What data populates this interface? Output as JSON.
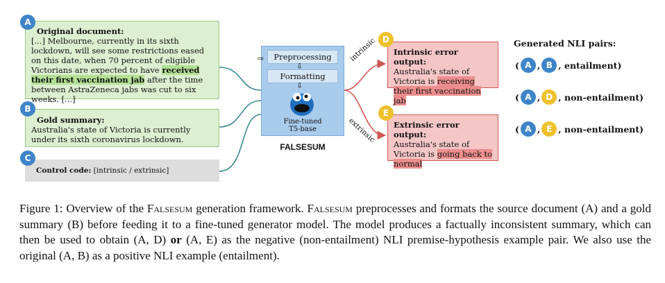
{
  "doc": {
    "badge": "A",
    "title": "Original document:",
    "text_before": "[...] Melbourne, currently in its sixth lockdown, will see some restrictions eased on this date, when 70 percent of eligible Victorians are expected to have ",
    "highlight": "received their first vaccination jab",
    "text_after": " after the time between AstraZeneca jabs was cut to six weeks. [...]"
  },
  "gold": {
    "badge": "B",
    "title": "Gold summary:",
    "text": "Australia's state of Victoria is currently under its sixth coronavirus lockdown."
  },
  "control": {
    "badge": "C",
    "title": "Control code:",
    "text": "[intrinsic / extrinsic]"
  },
  "model": {
    "preprocessing": "Preprocessing",
    "formatting": "Formatting",
    "model_label_line1": "Fine-tuned",
    "model_label_line2": "T5-base",
    "name": "FALSESUM"
  },
  "edges": {
    "intrinsic": "intrinsic",
    "extrinsic": "extrinsic"
  },
  "intrinsic": {
    "badge": "D",
    "title": "Intrinsic error output:",
    "text_before": "Australia's state of Victoria is ",
    "highlight": "receiving their first vaccination jab",
    "text_after": ""
  },
  "extrinsic": {
    "badge": "E",
    "title": "Extrinsic error output:",
    "text_before": "Australia's state of Victoria is ",
    "highlight": "going back to normal",
    "text_after": ""
  },
  "nli": {
    "title": "Generated NLI pairs:",
    "pairs": [
      {
        "a": "A",
        "b": "B",
        "label": "entailment"
      },
      {
        "a": "A",
        "b": "D",
        "label": "non-entailment"
      },
      {
        "a": "A",
        "b": "E",
        "label": "non-entailment"
      }
    ]
  },
  "caption": {
    "p1": "Figure 1: Overview of the ",
    "sc1": "Falsesum",
    "p2": " generation framework. ",
    "sc2": "Falsesum",
    "p3": " preprocesses and formats the source document (A) and a gold summary (B) before feeding it to a fine-tuned generator model. The model produces a factually inconsistent summary, which can then be used to obtain (A, D) ",
    "or": "or",
    "p4": " (A, E) as the negative (non-entailment) NLI premise-hypothesis example pair. We also use the original (A, B) as a positive NLI example (entailment)."
  },
  "colors": {
    "blue_badge": "#3f84c8",
    "yellow_badge": "#efc12e",
    "green_box": "#dcefd0",
    "red_box": "#f4c6c6",
    "model_box": "#a9cbec"
  }
}
